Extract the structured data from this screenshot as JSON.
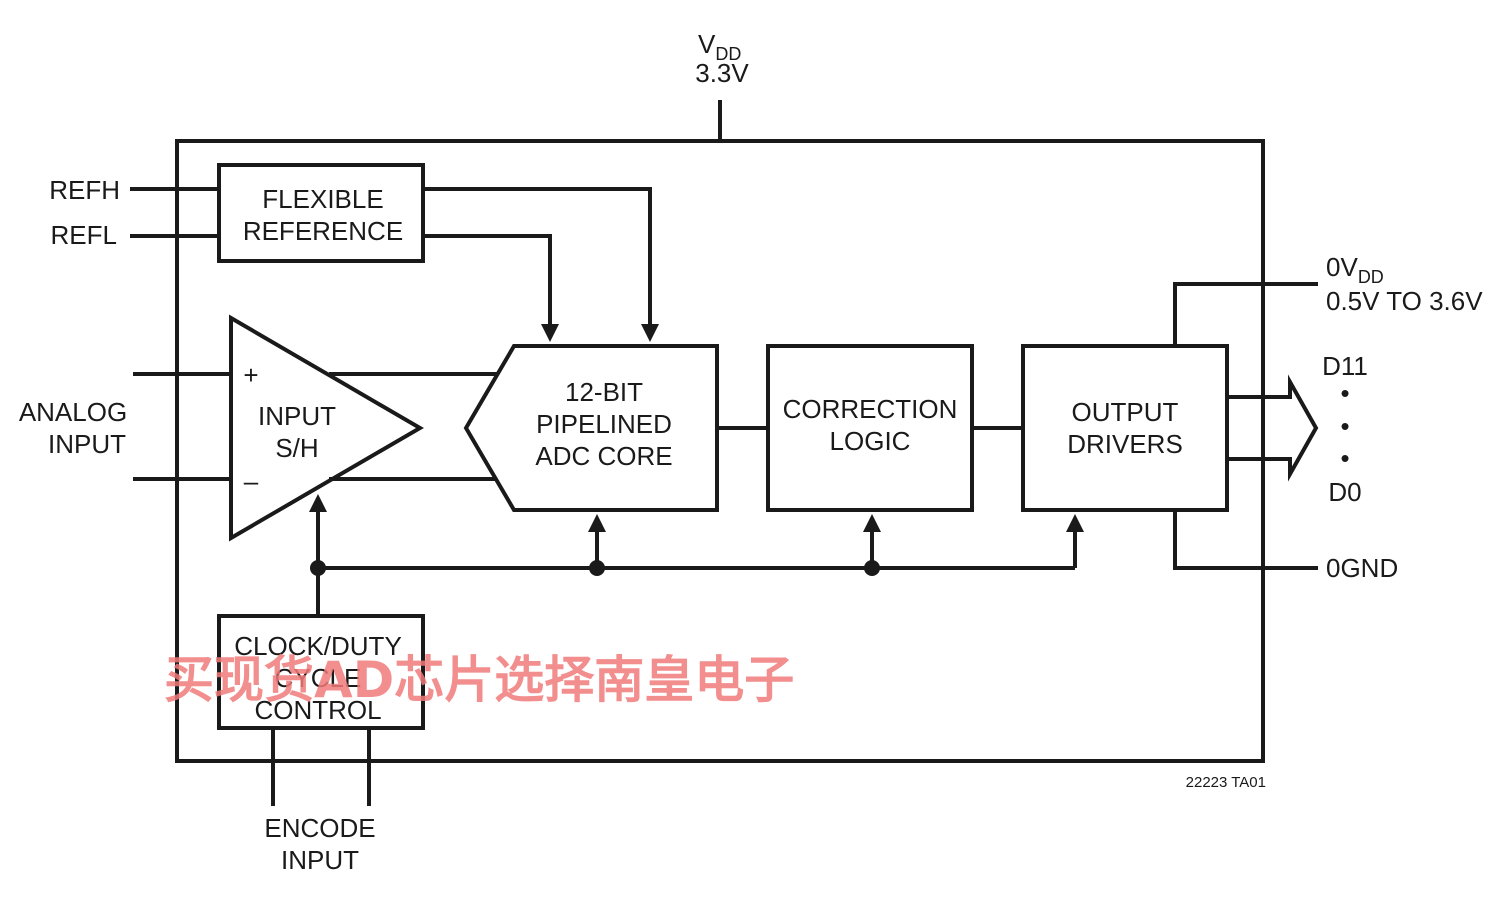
{
  "supply": {
    "vdd_main": "V",
    "vdd_sub": "DD",
    "vdd_value": "3.3V"
  },
  "blocks": {
    "flexible_reference": {
      "line1": "FLEXIBLE",
      "line2": "REFERENCE"
    },
    "input_sh": {
      "line1": "INPUT",
      "line2": "S/H",
      "plus": "+",
      "minus": "–"
    },
    "adc_core": {
      "line1": "12-BIT",
      "line2": "PIPELINED",
      "line3": "ADC CORE"
    },
    "correction_logic": {
      "line1": "CORRECTION",
      "line2": "LOGIC"
    },
    "output_drivers": {
      "line1": "OUTPUT",
      "line2": "DRIVERS"
    },
    "clock_duty": {
      "line1": "CLOCK/DUTY",
      "line2": "CYCLE",
      "line3": "CONTROL"
    }
  },
  "pins": {
    "refh": "REFH",
    "refl": "REFL",
    "analog_input": {
      "line1": "ANALOG",
      "line2": "INPUT"
    },
    "ovdd": {
      "main": "0V",
      "sub": "DD",
      "range": "0.5V TO 3.6V"
    },
    "d11": "D11",
    "dots": "•",
    "d0": "D0",
    "ognd": "0GND",
    "encode_input": {
      "line1": "ENCODE",
      "line2": "INPUT"
    }
  },
  "figure_id": "22223 TA01",
  "watermark": "买现货AD芯片选择南皇电子",
  "colors": {
    "line": "#1a1a1a",
    "watermark": "#f07a7a"
  }
}
